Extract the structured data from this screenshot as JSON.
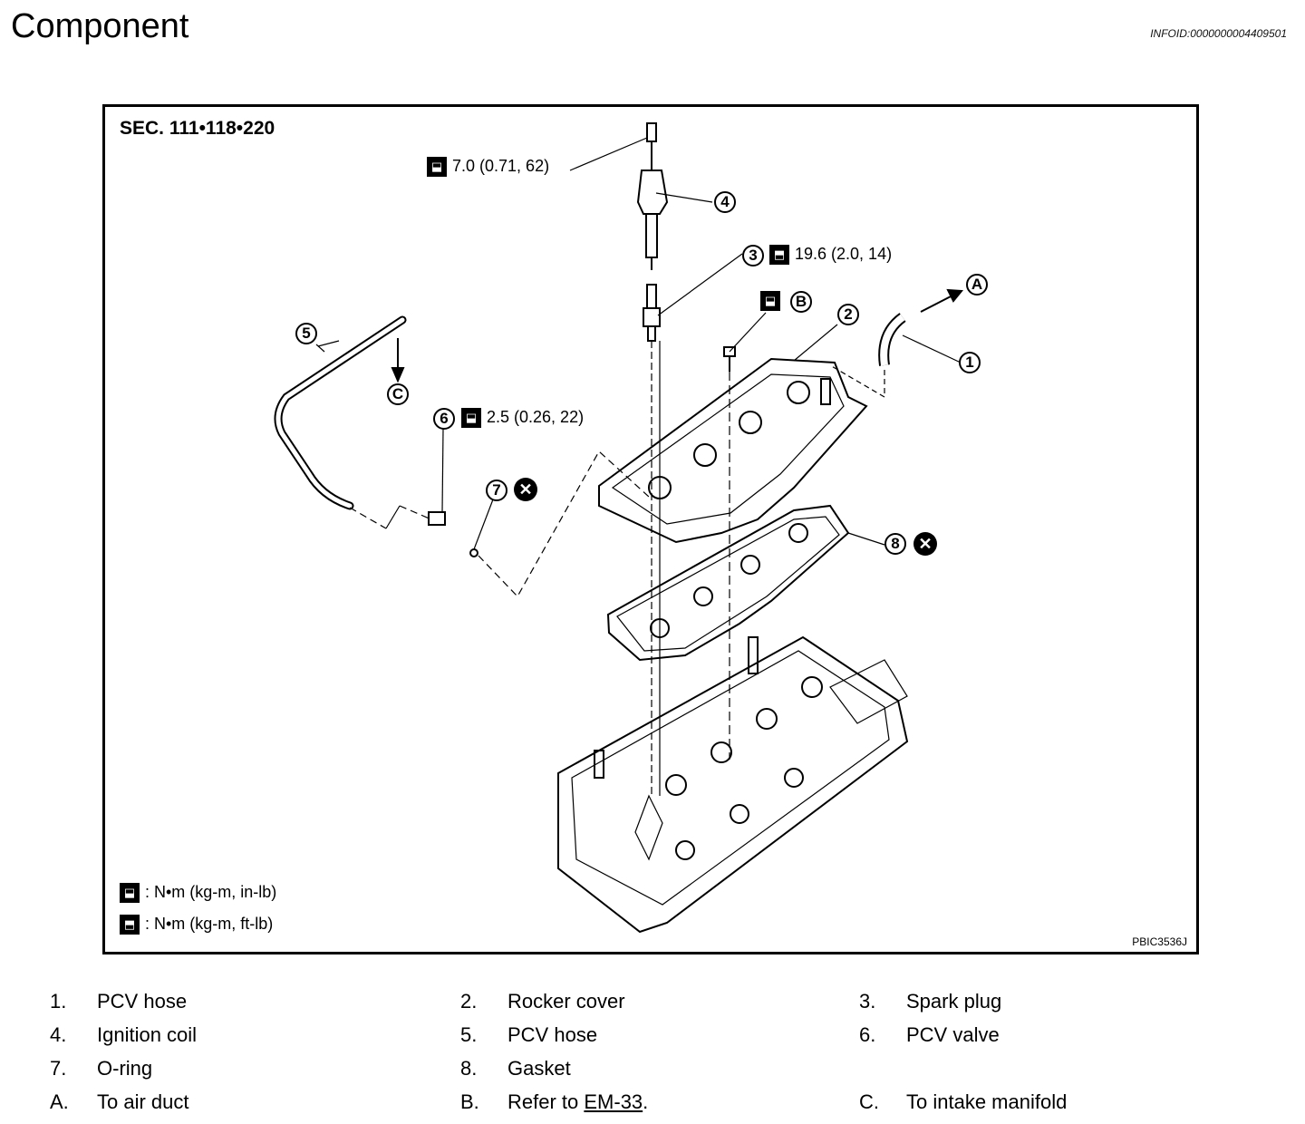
{
  "header": {
    "title": "Component",
    "info_id": "INFOID:0000000004409501"
  },
  "figure": {
    "section": "SEC. 111•118•220",
    "figure_code": "PBIC3536J",
    "torque_specs": [
      {
        "badge": "in-lb",
        "text": "7.0 (0.71, 62)"
      },
      {
        "badge": "ft-lb",
        "text": "19.6 (2.0, 14)"
      },
      {
        "badge": "in-lb",
        "text": "2.5 (0.26, 22)"
      }
    ],
    "legend": [
      {
        "text": ": N•m (kg-m, in-lb)"
      },
      {
        "text": ": N•m (kg-m, ft-lb)"
      }
    ],
    "callouts": [
      "1",
      "2",
      "3",
      "4",
      "5",
      "6",
      "7",
      "8",
      "A",
      "B",
      "C"
    ],
    "replace_symbol": "✕"
  },
  "parts": [
    {
      "num": "1.",
      "label": "PCV hose"
    },
    {
      "num": "2.",
      "label": "Rocker cover"
    },
    {
      "num": "3.",
      "label": "Spark plug"
    },
    {
      "num": "4.",
      "label": "Ignition coil"
    },
    {
      "num": "5.",
      "label": "PCV hose"
    },
    {
      "num": "6.",
      "label": "PCV valve"
    },
    {
      "num": "7.",
      "label": "O-ring"
    },
    {
      "num": "8.",
      "label": "Gasket"
    },
    {
      "num": "A.",
      "label": "To air duct"
    },
    {
      "num": "B.",
      "label_prefix": "Refer to ",
      "link": "EM-33",
      "label_suffix": "."
    },
    {
      "num": "C.",
      "label": "To intake manifold"
    }
  ]
}
